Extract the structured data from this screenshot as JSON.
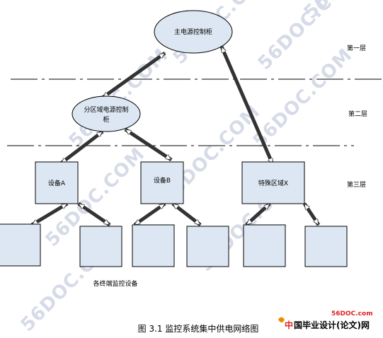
{
  "diagram": {
    "nodes": {
      "main_cabinet": "主电源控制柜",
      "sub_cabinet_line1": "分区域电源控制",
      "sub_cabinet_line2": "柜",
      "device_a": "设备A",
      "device_b": "设备B",
      "special_zone": "特殊区域X"
    },
    "layers": {
      "layer1": "第一层",
      "layer2": "第二层",
      "layer3": "第三层"
    },
    "terminal_caption": "各终端监控设备",
    "figure_caption": "图 3.1 监控系统集中供电网络图"
  },
  "watermark": {
    "text": "56DOC.COM",
    "color": "#d6dbe8"
  },
  "branding": {
    "url_text": "56DOC.com",
    "site_cn_prefix": "中",
    "site_cn_main": "国毕业设计(论文)网"
  },
  "colors": {
    "node_fill": "#dde7f3",
    "line": "#000000",
    "brand_red": "#e02020",
    "brand_orange": "#f08a00"
  }
}
